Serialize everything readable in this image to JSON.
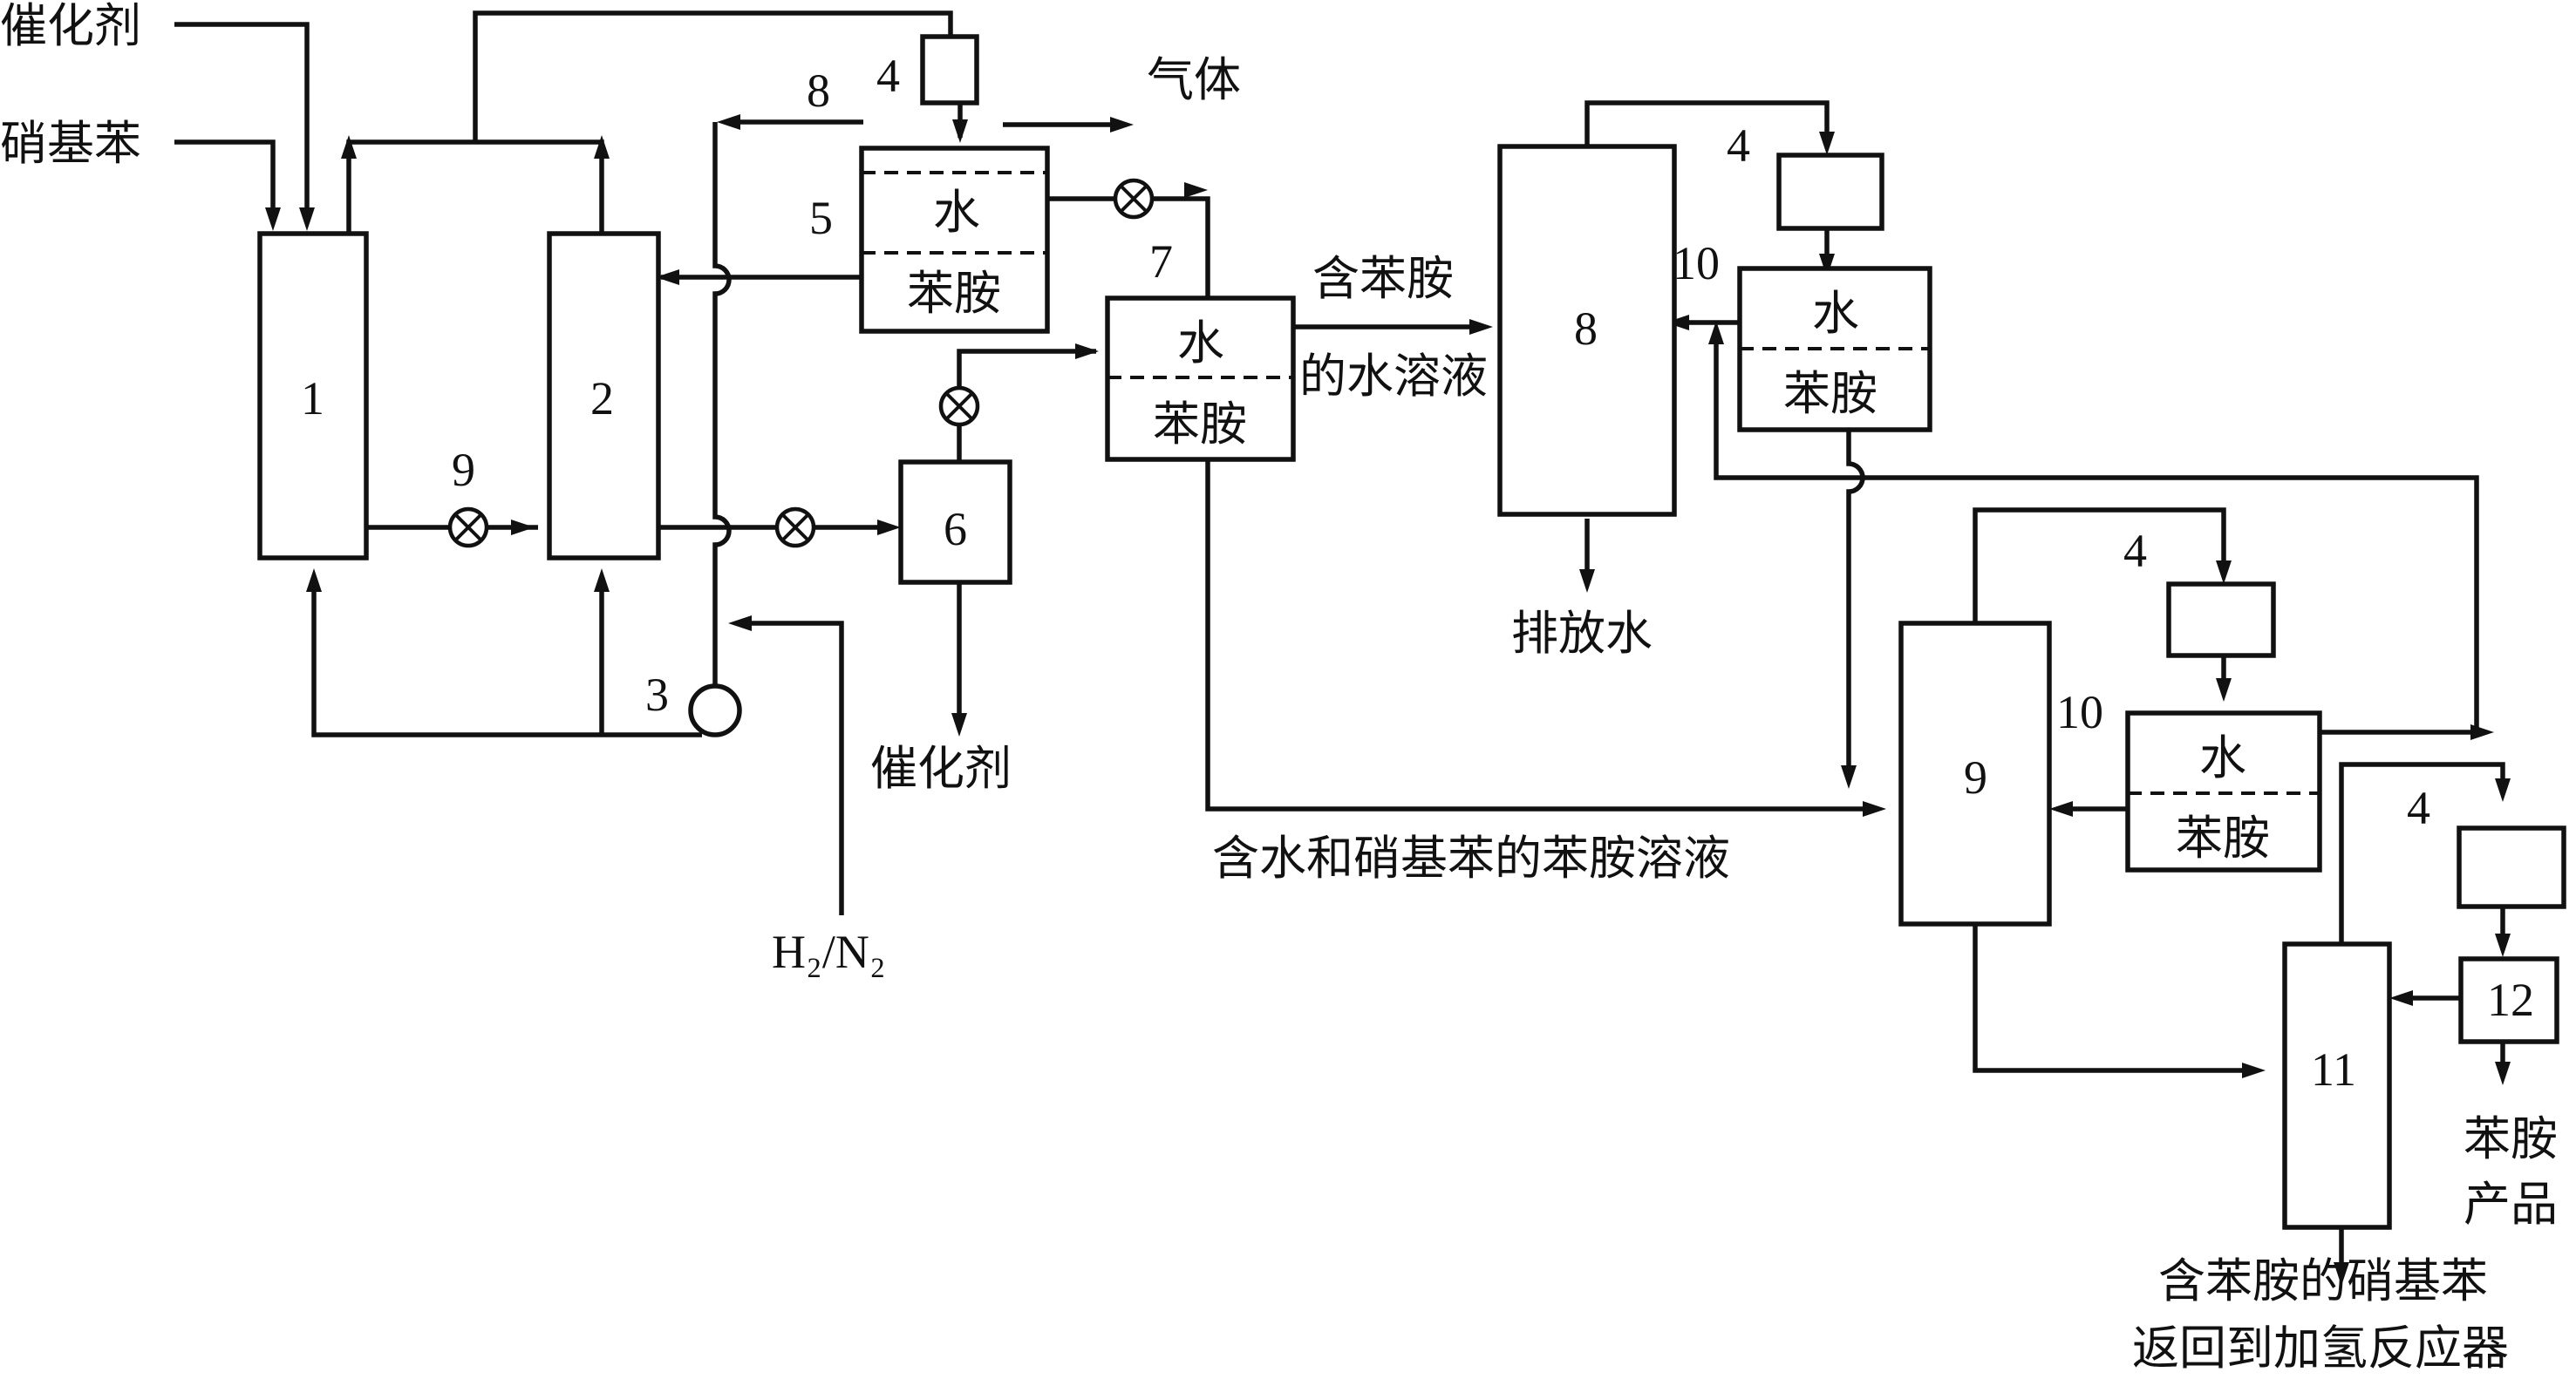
{
  "feeds": {
    "catalyst_in": "催化剂",
    "nitrobenzene_in": "硝基苯",
    "h2n2": "H₂/N₂"
  },
  "outputs": {
    "gas": "气体",
    "catalyst_out": "催化剂",
    "drain_water": "排放水",
    "aniline_product_line1": "苯胺",
    "aniline_product_line2": "产品",
    "recycle_line1": "含苯胺的硝基苯",
    "recycle_line2": "返回到加氢反应器"
  },
  "streams": {
    "aniline_water_line1": "含苯胺",
    "aniline_water_line2": "的水溶液",
    "aniline_solution": "含水和硝基苯的苯胺溶液"
  },
  "phases": {
    "water": "水",
    "aniline": "苯胺"
  },
  "labels": {
    "reactor1": "1",
    "reactor2": "2",
    "compressor": "3",
    "condenser": "4",
    "separator": "5",
    "catalyst_settler": "6",
    "decanter": "7",
    "stripper": "8",
    "aniline_column": "9",
    "reflux_drum": "10",
    "product_column": "11",
    "product_drum": "12",
    "pipe_8": "8",
    "pipe_9": "9"
  }
}
